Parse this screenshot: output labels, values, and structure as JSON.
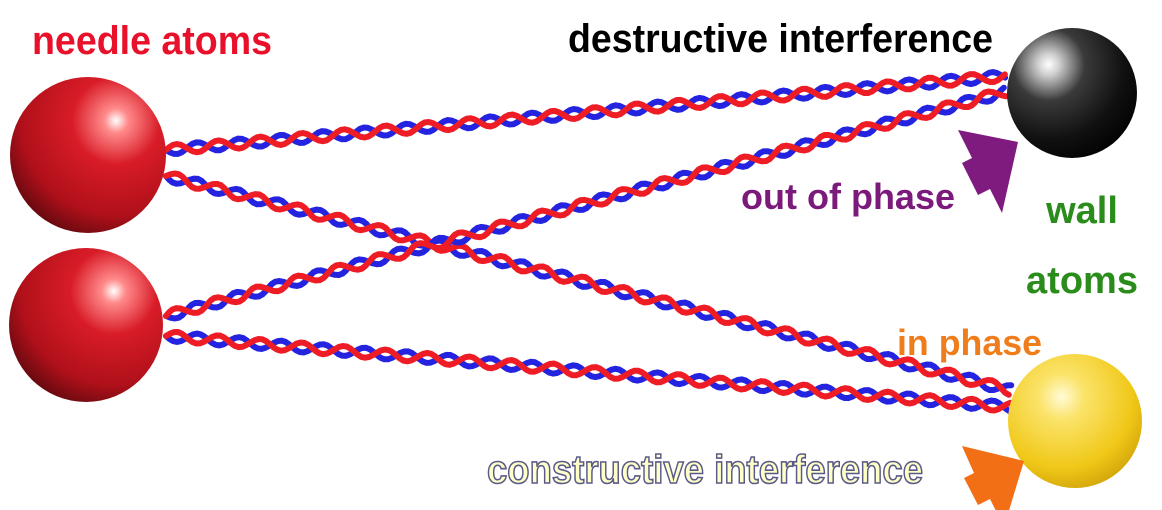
{
  "labels": {
    "needle": "needle atoms",
    "destructive": "destructive interference",
    "out_of_phase": "out of phase",
    "wall_line1": "wall",
    "wall_line2": "atoms",
    "in_phase": "in phase",
    "constructive": "constructive interference"
  },
  "colors": {
    "needle_label": "#e8102a",
    "destructive_label": "#000000",
    "out_of_phase_label": "#7b1a7b",
    "wall_label": "#2a8c1a",
    "in_phase_label": "#f07d1c",
    "constructive_fill": "#ffffc8",
    "constructive_stroke": "#5a5a8a",
    "strand_red": "#ee1c25",
    "strand_blue": "#2323e0",
    "needle_atom": "#c8101e",
    "wall_atom_top": "#111111",
    "wall_atom_bottom": "#f2cf1a",
    "arrow_out": "#7f1a7f",
    "arrow_in": "#f36f16"
  },
  "atoms": [
    {
      "name": "needle-atom-top",
      "kind": "needle"
    },
    {
      "name": "needle-atom-bottom",
      "kind": "needle"
    },
    {
      "name": "wall-atom-top",
      "kind": "wall-dark"
    },
    {
      "name": "wall-atom-bottom",
      "kind": "wall-yellow"
    }
  ],
  "paths": [
    {
      "name": "path-top-to-top",
      "from": "needle-atom-top",
      "to": "wall-atom-top"
    },
    {
      "name": "path-top-to-bottom",
      "from": "needle-atom-top",
      "to": "wall-atom-bottom"
    },
    {
      "name": "path-bottom-to-top",
      "from": "needle-atom-bottom",
      "to": "wall-atom-top"
    },
    {
      "name": "path-bottom-to-bottom",
      "from": "needle-atom-bottom",
      "to": "wall-atom-bottom"
    }
  ]
}
